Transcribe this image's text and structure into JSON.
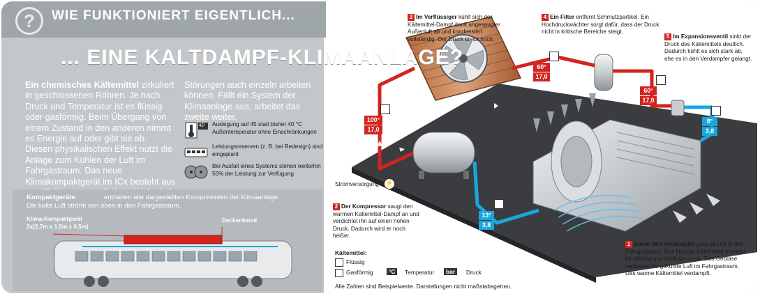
{
  "header": {
    "question_icon": "question-mark-icon",
    "top_line": "WIE FUNKTIONIERT EIGENTLICH...",
    "main_line": "... EINE KALTDAMPF-KLIMAANLAGE?"
  },
  "intro": {
    "lead": "Ein chemisches Kältemittel",
    "text": " zirkuliert in geschlossenen Röhren. Je nach Druck und Temperatur ist es flüssig oder gasförmig. Beim Übergang von einem Zustand in den anderen nimmt es Energie auf oder gibt sie ab. Diesen physikalischen Effekt nutzt die Anlage zum Kühlen der Luft im Fahrgastraum. Das neue Klimakompaktgerät im ICx besteht aus zwei Teilsystemen, die baugleich sind und bei",
    "continued": "Störungen auch einzeln arbeiten können. Fällt ein System der Klimaanlage aus, arbeitet das zweite weiter."
  },
  "features": [
    {
      "icon": "thermometer-icon",
      "text": "Auslegung auf 45 statt bisher 40 °C Außentemperatur ohne Einschränkungen"
    },
    {
      "icon": "train-car-icon",
      "text": "Leistungsreserven (z. B. bei Redesign) sind eingeplant"
    },
    {
      "icon": "fans-icon",
      "text": "Bei Ausfall eines Systems stehen weiterhin 50% der Leistung zur Verfügung"
    }
  ],
  "feature_badge": "45°",
  "kompakt": {
    "label": "Kompaktgeräte",
    "text1": "enthalten alle dargestellten Komponenten der Klimaanlage.",
    "text2": "Die kalte Luft strömt von oben in den Fahrgastraum.",
    "unit_label": "Klima-Kompaktgerät",
    "unit_dims": "2x(2,7m x 1,5m x 0,5m)",
    "duct_label": "Deckenkanal"
  },
  "annotations": {
    "a3": {
      "n": "3",
      "title": "Im Verflüssiger",
      "text": " kühlt sich der Kältemittel-Dampf dank angesaugter Außenluft ab und kondensiert vollständig. Der Druck bleibt hoch."
    },
    "a4": {
      "n": "4",
      "title": "Ein Filter",
      "text": " entfernt Schmutzpartikel. Ein Hochdruckwächter sorgt dafür, dass der Druck nicht in kritische Bereiche steigt."
    },
    "a5": {
      "n": "5",
      "title": "Im Expansionsventil",
      "text": " sinkt der Druck des Kältemittels deutlich. Dadurch kühlt es sich stark ab, ehe es in den Verdampfer gelangt."
    },
    "a2": {
      "n": "2",
      "title": "Der Kompressor",
      "text": " saugt den warmen Kältemittel-Dampf an und verdichtet ihn auf einen hohen Druck. Dadurch wird er noch heißer."
    },
    "a1": {
      "n": "1",
      "title": "Durch den Verdampfer",
      "text": " gelangt Luft in den Fahrgastraum. Das flüssige Kältemittel entzieht ihr Wärme und kühlt sie so ab. Das Gebläse verbreitet die gekühlte Luft im Fahrgastraum. Das warme Kältemittel verdampft."
    }
  },
  "stromversorgung": "Stromversorgung",
  "readings": [
    {
      "id": "left",
      "temp": "100°",
      "bar": "17,0",
      "state": "gas"
    },
    {
      "id": "top",
      "temp": "60°",
      "bar": "17,0",
      "state": "gas"
    },
    {
      "id": "mid",
      "temp": "60°",
      "bar": "17,0",
      "state": "liquid"
    },
    {
      "id": "right",
      "temp": "8°",
      "bar": "3,8",
      "state": "liquid"
    },
    {
      "id": "bottom",
      "temp": "13°",
      "bar": "3,8",
      "state": "gas"
    }
  ],
  "legend": {
    "title": "Kältemittel:",
    "liquid": "Flüssig",
    "gas": "Gasförmig",
    "temp_symbol": "°C",
    "temp_label": "Temperatur",
    "bar_symbol": "bar",
    "bar_label": "Druck"
  },
  "footnote": "Alle Zahlen sind Beispielwerte. Darstellungen nicht maßstabsgetreu.",
  "colors": {
    "hot_pipe": "#d32420",
    "cold_pipe": "#1aa6dc",
    "platform": "#3a3c3f"
  }
}
